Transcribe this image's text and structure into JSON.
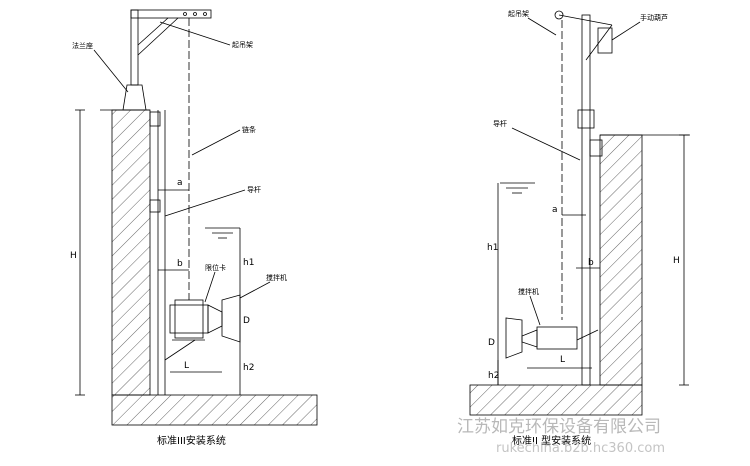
{
  "left": {
    "labels": {
      "pipe": "法兰座",
      "crane": "起吊架",
      "chain": "链条",
      "guide": "导杆",
      "limiter": "限位卡",
      "mixer": "搅拌机"
    },
    "dims": {
      "H": "H",
      "a": "a",
      "b": "b",
      "h1": "h1",
      "D": "D",
      "h2": "h2",
      "L": "L"
    },
    "caption": "标准III安装系统"
  },
  "right": {
    "labels": {
      "crane": "起吊架",
      "winch": "手动葫芦",
      "guide": "导杆",
      "mixer": "搅拌机"
    },
    "dims": {
      "H": "H",
      "a": "a",
      "b": "b",
      "h1": "h1",
      "D": "D",
      "h2": "h2",
      "L": "L"
    },
    "caption": "标准II 型安装系统"
  },
  "watermark": {
    "company": "江苏如克环保设备有限公司",
    "url": "rukechina.b2b.hc360.com"
  },
  "colors": {
    "line": "#000000",
    "watermark": "#b8b8b8"
  }
}
